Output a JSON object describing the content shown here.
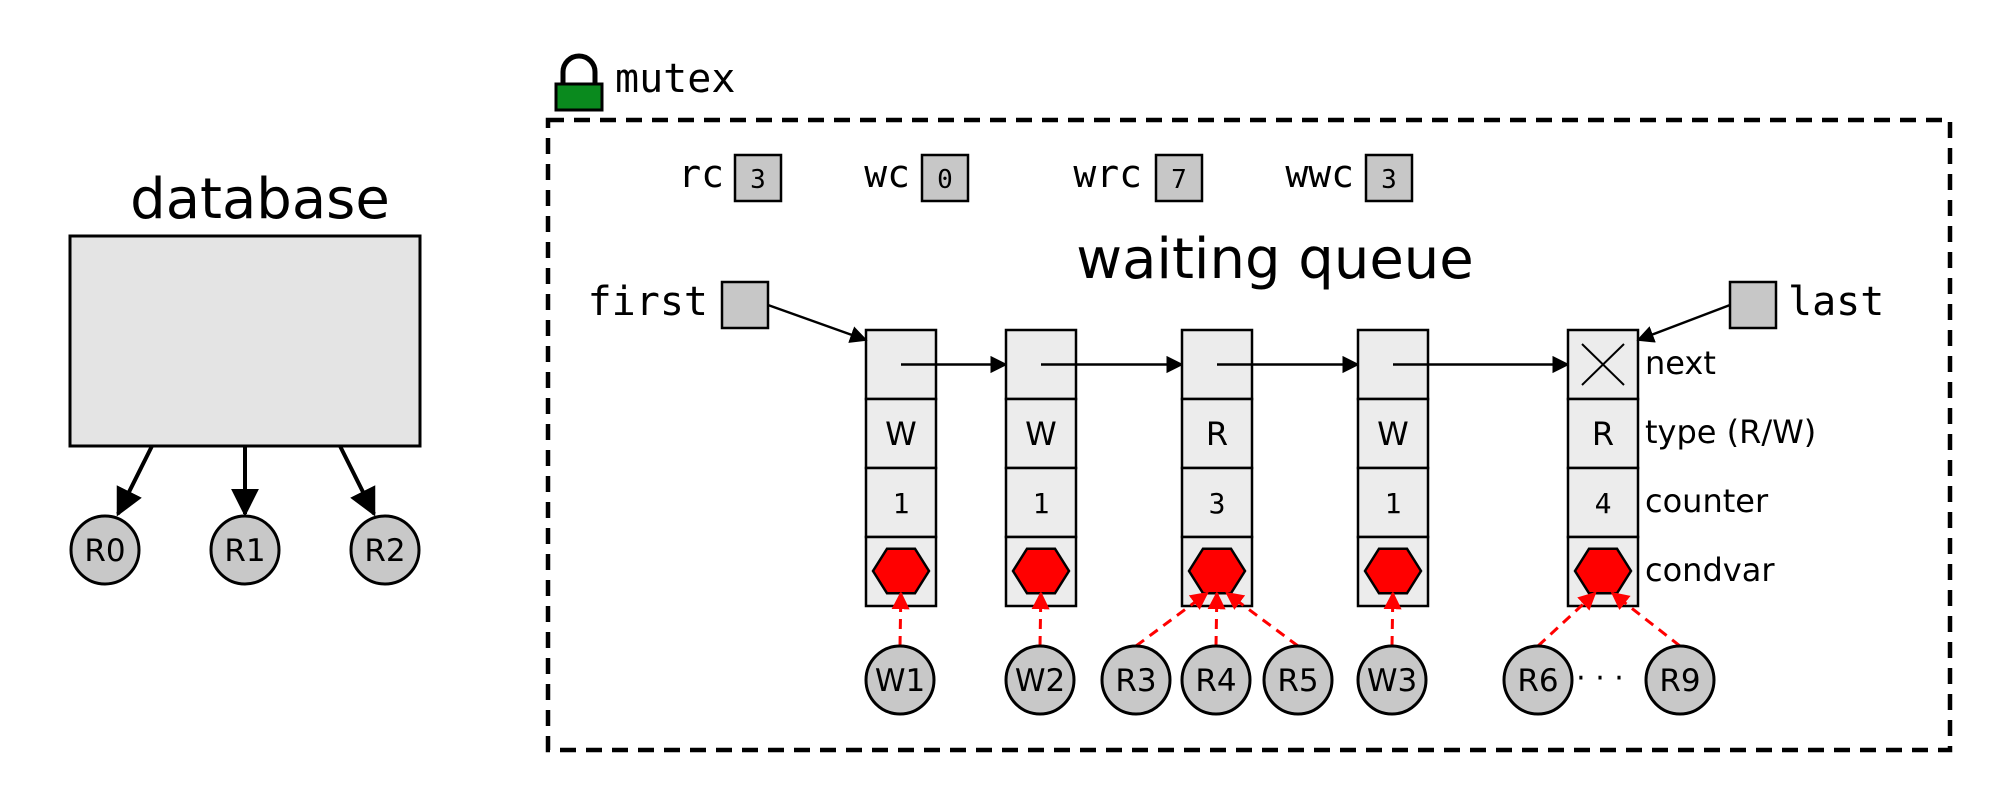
{
  "database": {
    "title": "database",
    "readers": [
      "R0",
      "R1",
      "R2"
    ]
  },
  "mutex": {
    "label": "mutex",
    "lock_color": "#0a8a1e"
  },
  "counters": [
    {
      "name": "rc",
      "value": "3"
    },
    {
      "name": "wc",
      "value": "0"
    },
    {
      "name": "wrc",
      "value": "7"
    },
    {
      "name": "wwc",
      "value": "3"
    }
  ],
  "queue": {
    "title": "waiting queue",
    "first_label": "first",
    "last_label": "last",
    "row_labels": [
      "next",
      "type (R/W)",
      "counter",
      "condvar"
    ],
    "nodes": [
      {
        "type": "W",
        "counter": "1",
        "threads": [
          "W1"
        ]
      },
      {
        "type": "W",
        "counter": "1",
        "threads": [
          "W2"
        ]
      },
      {
        "type": "R",
        "counter": "3",
        "threads": [
          "R3",
          "R4",
          "R5"
        ]
      },
      {
        "type": "W",
        "counter": "1",
        "threads": [
          "W3"
        ]
      },
      {
        "type": "R",
        "counter": "4",
        "threads": [
          "R6",
          "R9"
        ],
        "ellipsis": "· · ·"
      }
    ]
  },
  "colors": {
    "condvar": "#ff0000",
    "wait_arrow": "#ff0000",
    "cell_fill": "#ececec",
    "pointer_fill": "#c7c7c7",
    "thread_fill": "#c8c8c8"
  }
}
